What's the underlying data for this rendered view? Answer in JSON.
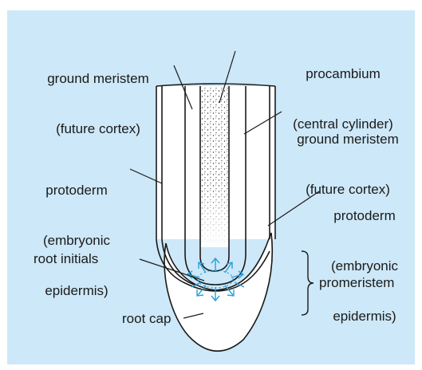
{
  "diagram": {
    "labels": {
      "ground_meristem_left": [
        "ground meristem",
        "(future cortex)"
      ],
      "procambium": [
        "procambium",
        "(central cylinder)"
      ],
      "ground_meristem_right": [
        "ground meristem",
        "(future cortex)"
      ],
      "protoderm_left": [
        "protoderm",
        "(embryonic",
        "epidermis)"
      ],
      "protoderm_right": [
        "protoderm",
        "(embryonic",
        "epidermis)"
      ],
      "root_initials": "root initials",
      "promeristem": "promeristem",
      "root_cap": "root cap"
    },
    "colors": {
      "background": "#cde8f8",
      "tissue": "#ffffff",
      "outline": "#1a1a1a",
      "arrows": "#2aa0dc"
    }
  }
}
